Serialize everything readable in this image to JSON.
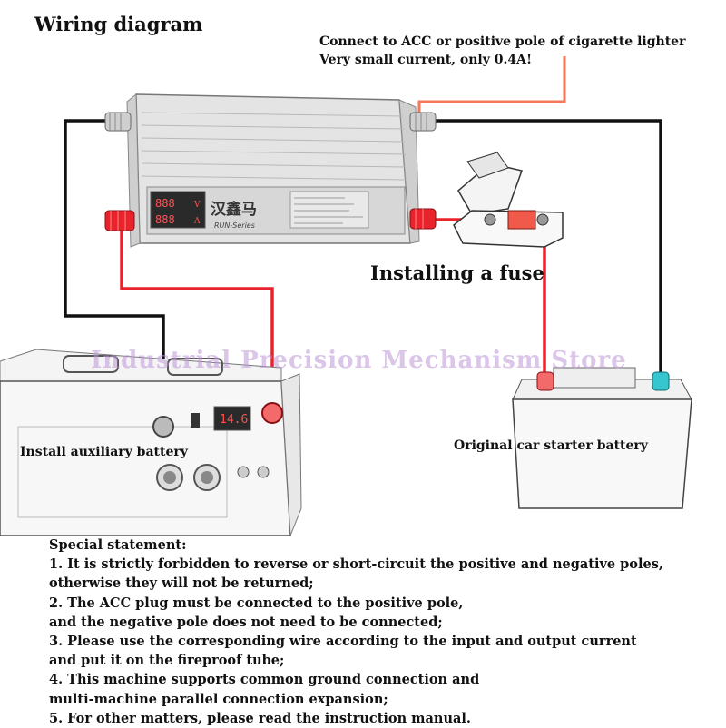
{
  "title": "Wiring diagram",
  "acc_note": {
    "line1": "Connect to ACC or positive pole of cigarette lighter",
    "line2": "Very small current, only 0.4A!"
  },
  "fuse_label": "Installing a fuse",
  "aux_battery_label": "Install auxiliary battery",
  "car_battery_label": "Original car starter battery",
  "watermark": "Industrial Precision Mechanism Store",
  "device": {
    "brand": "汉鑫马",
    "series": "RUN-Series",
    "display_top": "888",
    "display_bottom": "888",
    "unit_top": "V",
    "unit_bottom": "A"
  },
  "aux_display": "14.6",
  "statement": {
    "heading": "Special statement:",
    "lines": [
      "1. It is strictly forbidden to reverse or short-circuit the positive and negative poles,",
      "otherwise they will not be returned;",
      "2. The ACC plug must be connected to the positive pole,",
      "and the negative pole does not need to be connected;",
      "3. Please use the corresponding wire according to the input and output current",
      "and put it on the fireproof tube;",
      "4. This machine supports common ground connection and",
      "multi-machine parallel connection expansion;",
      "5. For other matters, please read the instruction manual."
    ]
  },
  "colors": {
    "positive_wire": "#e8232b",
    "negative_wire": "#111111",
    "acc_wire": "#f07a5a",
    "watermark": "#be96d7"
  }
}
